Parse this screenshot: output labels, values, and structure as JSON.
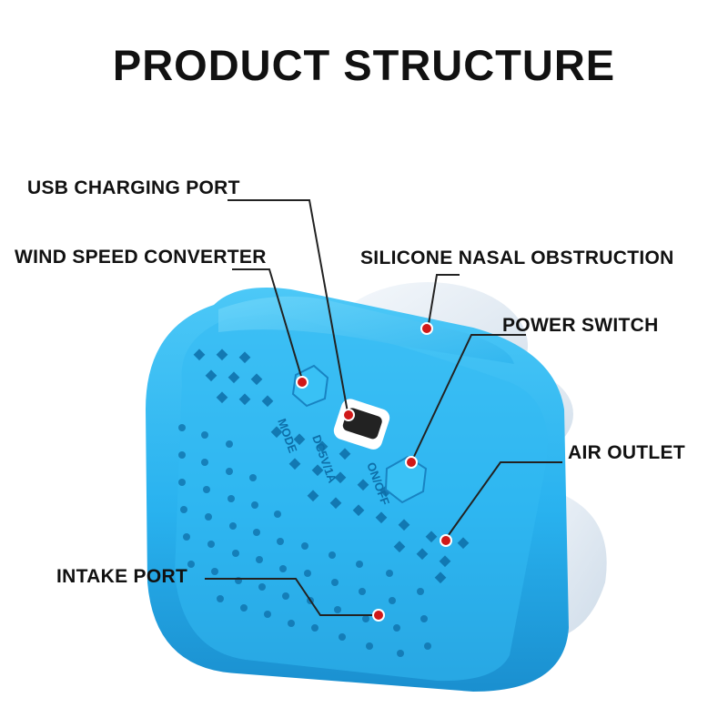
{
  "title": "PRODUCT STRUCTURE",
  "labels": {
    "usb_port": "USB CHARGING PORT",
    "wind_speed": "WIND SPEED CONVERTER",
    "silicone": "SILICONE NASAL OBSTRUCTION",
    "power_switch": "POWER SWITCH",
    "air_outlet": "AIR OUTLET",
    "intake_port": "INTAKE PORT"
  },
  "device_markings": {
    "mode": "MODE",
    "dc": "DC5V/1A",
    "onoff": "ON/OFF"
  },
  "colors": {
    "device_body": "#29b6f0",
    "device_dark": "#1a8fcf",
    "silicone": "#e4edf6",
    "marker": "#d01818",
    "leader_line": "#222222"
  }
}
